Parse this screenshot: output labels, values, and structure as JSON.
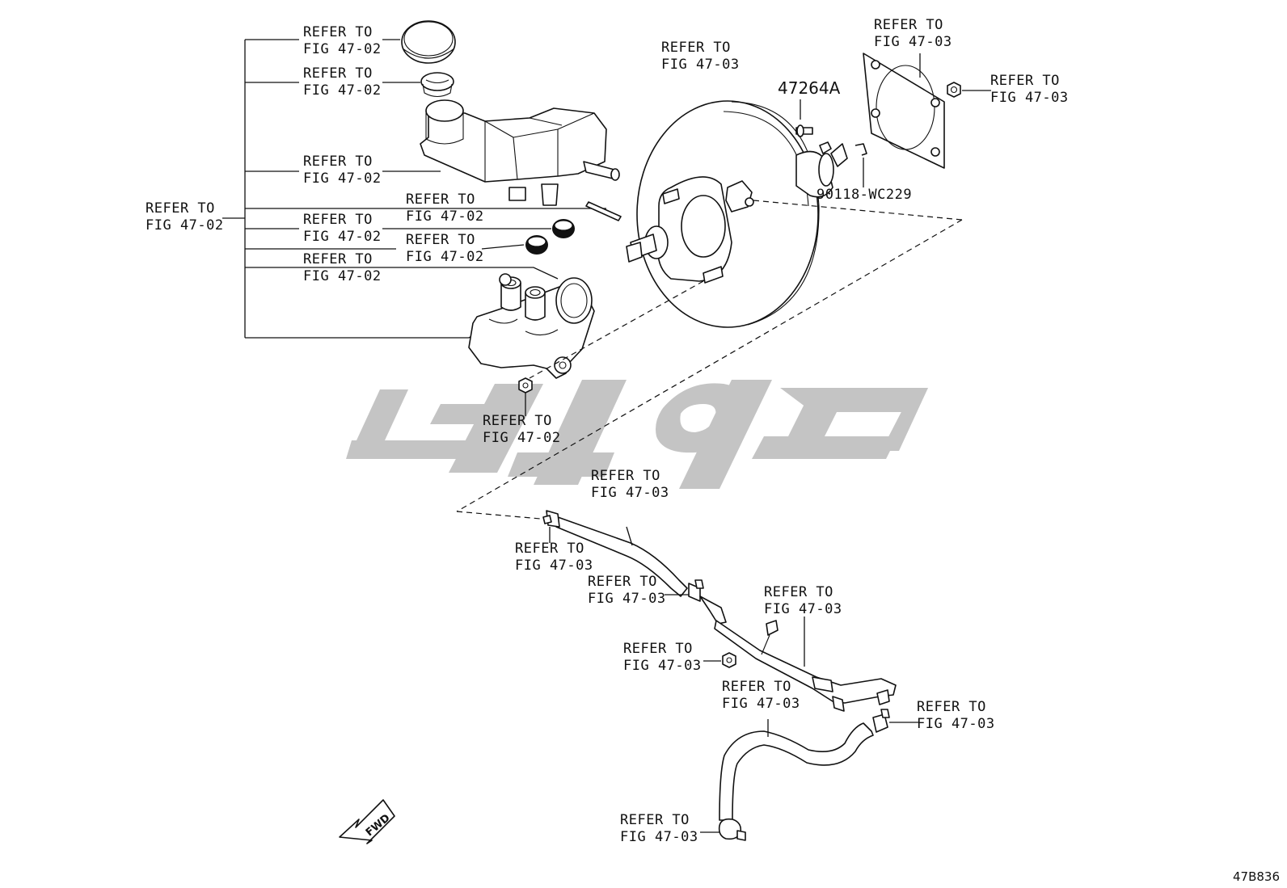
{
  "callouts": {
    "reservoir_cap": [
      "REFER TO",
      "FIG 47-02"
    ],
    "strainer": [
      "REFER TO",
      "FIG 47-02"
    ],
    "reservoir": [
      "REFER TO",
      "FIG 47-02"
    ],
    "pin": [
      "REFER TO",
      "FIG 47-02"
    ],
    "grommet_upper": [
      "REFER TO",
      "FIG 47-02"
    ],
    "grommet_lower": [
      "REFER TO",
      "FIG 47-02"
    ],
    "master_cylinder": [
      "REFER TO",
      "FIG 47-02"
    ],
    "group_bracket": [
      "REFER TO",
      "FIG 47-02"
    ],
    "cylinder_nut": [
      "REFER TO",
      "FIG 47-02"
    ],
    "booster": [
      "REFER TO",
      "FIG 47-03"
    ],
    "gasket": [
      "REFER TO",
      "FIG 47-03"
    ],
    "gasket_nut": [
      "REFER TO",
      "FIG 47-03"
    ],
    "hose_upper": [
      "REFER TO",
      "FIG 47-03"
    ],
    "clamp_upper": [
      "REFER TO",
      "FIG 47-03"
    ],
    "clamp_mid": [
      "REFER TO",
      "FIG 47-03"
    ],
    "pipe_bracket": [
      "REFER TO",
      "FIG 47-03"
    ],
    "pipe_nut": [
      "REFER TO",
      "FIG 47-03"
    ],
    "hose_lower": [
      "REFER TO",
      "FIG 47-03"
    ],
    "clamp_right": [
      "REFER TO",
      "FIG 47-03"
    ],
    "clamp_bottom": [
      "REFER TO",
      "FIG 47-03"
    ]
  },
  "part_numbers": {
    "pushrod_pin": "47264A",
    "clip": "90118-WC229"
  },
  "fwd_label": "FWD",
  "diagram_code": "47B836",
  "colors": {
    "line": "#111111",
    "watermark": "#c4c4c4",
    "background": "#ffffff"
  }
}
